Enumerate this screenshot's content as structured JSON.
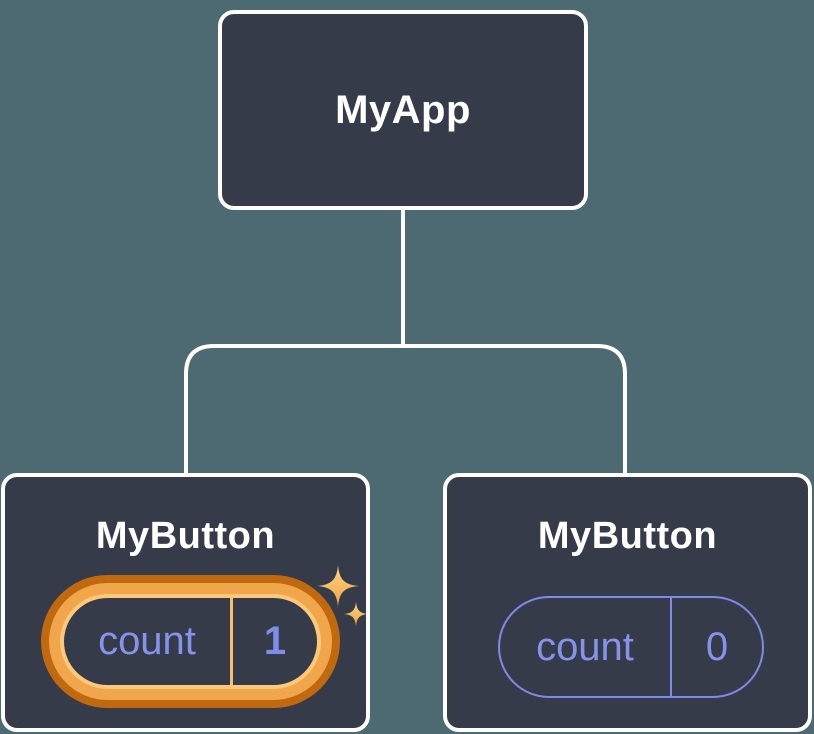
{
  "diagram": {
    "description": "React component tree with isolated state",
    "tree": {
      "root": {
        "label": "MyApp"
      },
      "children": [
        {
          "label": "MyButton",
          "state": {
            "name": "count",
            "value": "1"
          },
          "highlighted": true
        },
        {
          "label": "MyButton",
          "state": {
            "name": "count",
            "value": "0"
          },
          "highlighted": false
        }
      ]
    },
    "colors": {
      "background": "#4d6971",
      "node_fill": "#363b49",
      "node_border": "#ffffff",
      "connector_line": "#ffffff",
      "state_text": "#8593ea",
      "state_outline": "#7e8ae8",
      "highlight_ring_outer": "#c0690f",
      "highlight_ring_mid": "#f1a64b",
      "highlight_ring_inner": "#fcc87a",
      "sparkle_gold_light": "#fdd38b",
      "sparkle_gold_dark": "#efa63f"
    }
  }
}
